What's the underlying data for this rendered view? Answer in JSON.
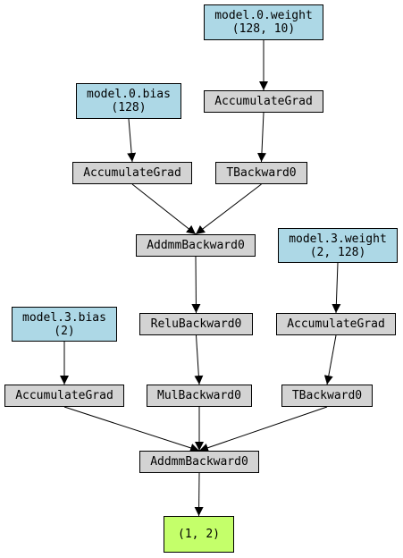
{
  "colors": {
    "parameter_node": "#add8e6",
    "operation_node": "#d3d3d3",
    "output_node": "#c4ff6a",
    "edge": "#000000"
  },
  "nodes": {
    "w0": {
      "name": "model.0.weight",
      "shape": "(128, 10)"
    },
    "b0": {
      "name": "model.0.bias",
      "shape": "(128)"
    },
    "w3": {
      "name": "model.3.weight",
      "shape": "(2, 128)"
    },
    "b3": {
      "name": "model.3.bias",
      "shape": "(2)"
    },
    "acc_w0": "AccumulateGrad",
    "acc_b0": "AccumulateGrad",
    "acc_w3": "AccumulateGrad",
    "acc_b3": "AccumulateGrad",
    "t0": "TBackward0",
    "t3": "TBackward0",
    "addmm0": "AddmmBackward0",
    "relu": "ReluBackward0",
    "mul": "MulBackward0",
    "addmm1": "AddmmBackward0",
    "output": "(1, 2)"
  },
  "edges": [
    {
      "from": "w0",
      "to": "acc_w0"
    },
    {
      "from": "acc_w0",
      "to": "t0"
    },
    {
      "from": "b0",
      "to": "acc_b0"
    },
    {
      "from": "acc_b0",
      "to": "addmm0"
    },
    {
      "from": "t0",
      "to": "addmm0"
    },
    {
      "from": "addmm0",
      "to": "relu"
    },
    {
      "from": "relu",
      "to": "mul"
    },
    {
      "from": "w3",
      "to": "acc_w3"
    },
    {
      "from": "acc_w3",
      "to": "t3"
    },
    {
      "from": "b3",
      "to": "acc_b3"
    },
    {
      "from": "acc_b3",
      "to": "addmm1"
    },
    {
      "from": "mul",
      "to": "addmm1"
    },
    {
      "from": "t3",
      "to": "addmm1"
    },
    {
      "from": "addmm1",
      "to": "output"
    }
  ]
}
